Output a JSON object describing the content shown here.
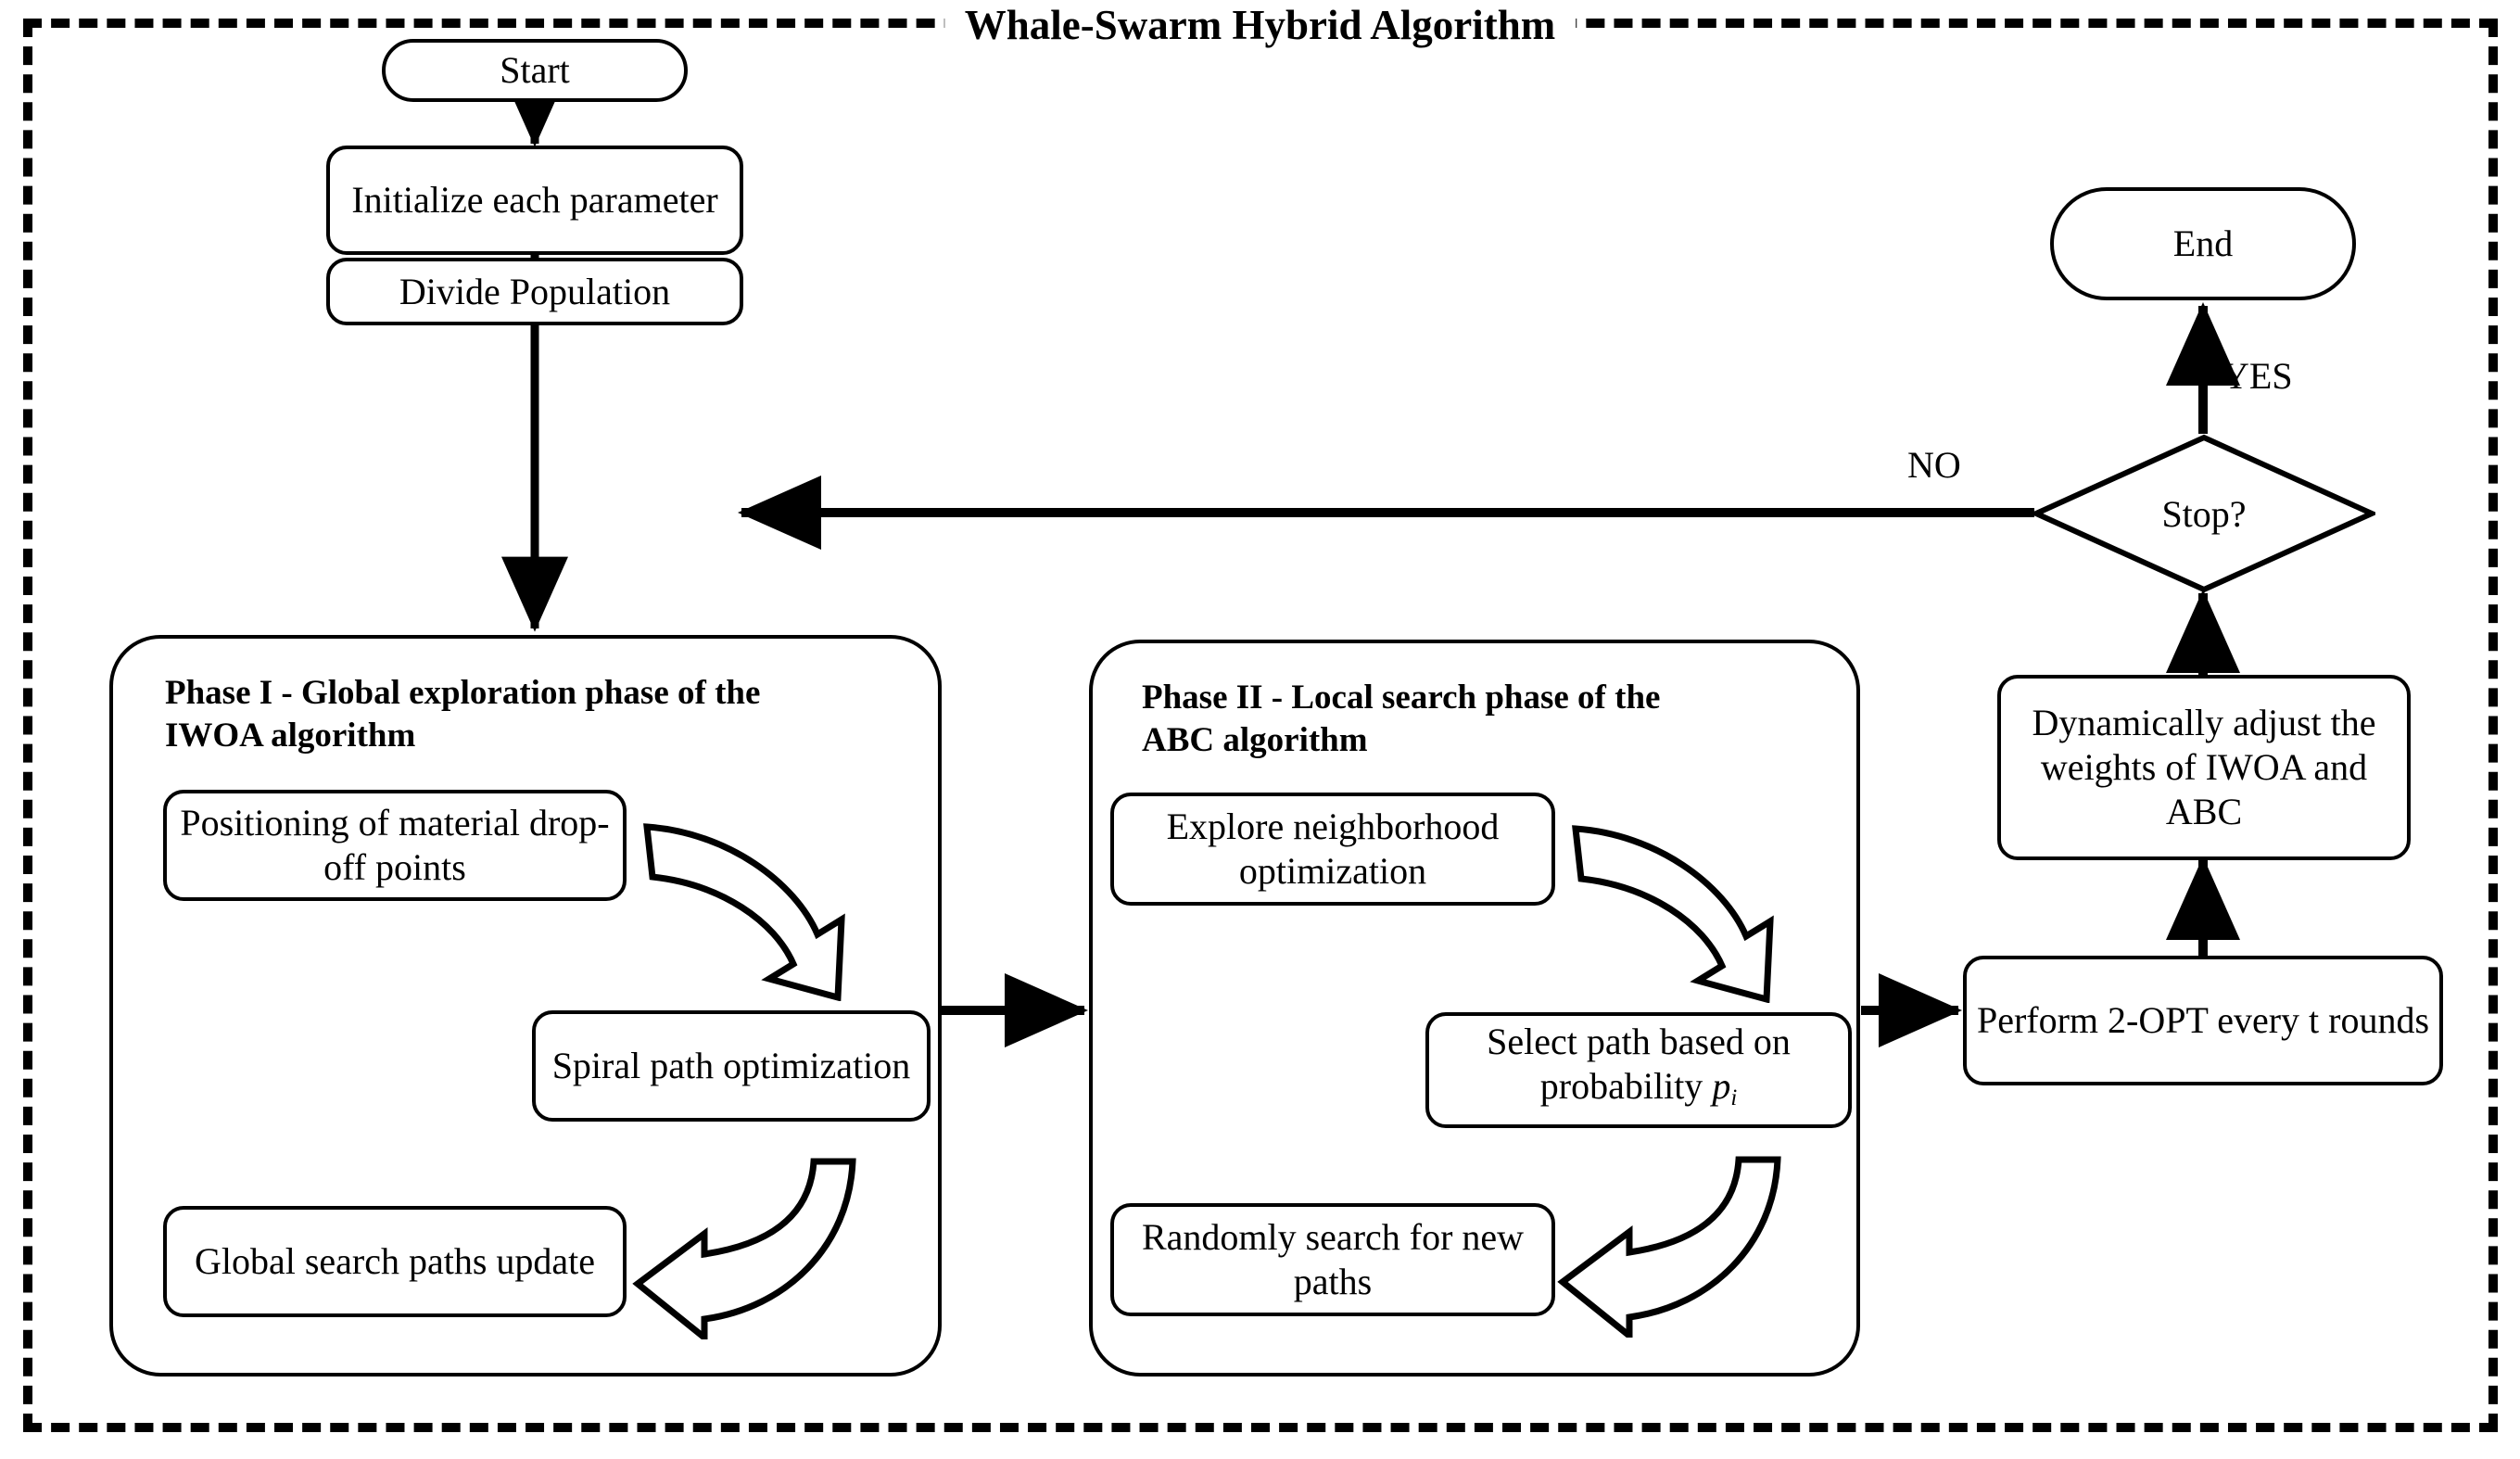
{
  "diagram": {
    "title": "Whale-Swarm Hybrid Algorithm",
    "type": "flowchart"
  },
  "nodes": {
    "start": "Start",
    "initialize": "Initialize each parameter",
    "divide": "Divide Population",
    "end": "End",
    "stop": "Stop?",
    "dynamic_weights": "Dynamically adjust the weights of  IWOA and ABC",
    "two_opt": "Perform 2-OPT every t rounds"
  },
  "phase_one": {
    "title": "Phase I - Global exploration phase of the IWOA algorithm",
    "steps": [
      "Positioning of material drop-off points",
      "Spiral path optimization",
      "Global search paths update"
    ]
  },
  "phase_two": {
    "title": "Phase II - Local search phase of the ABC algorithm",
    "steps": [
      "Explore neighborhood optimization",
      "Select path based on probability",
      "Randomly search for new paths"
    ],
    "probability_symbol": "p",
    "probability_subscript": "i"
  },
  "edge_labels": {
    "yes": "YES",
    "no": "NO"
  },
  "colors": {
    "stroke": "#000000",
    "background": "#ffffff"
  }
}
